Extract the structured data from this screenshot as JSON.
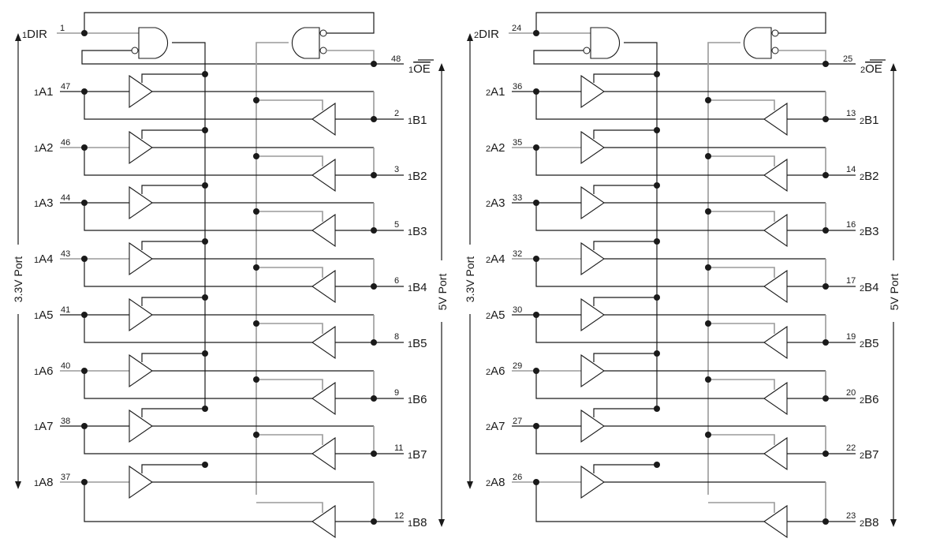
{
  "diagram": {
    "title": "Dual 8-bit bidirectional level translator logic diagram",
    "ports": {
      "low_voltage": "3.3V Port",
      "high_voltage": "5V Port"
    },
    "blocks": [
      {
        "prefix": "1",
        "dir": {
          "label": "DIR",
          "pin": "1"
        },
        "oe": {
          "label": "OE",
          "pin": "48",
          "active_low": true
        },
        "channels": [
          {
            "a": "A1",
            "a_pin": "47",
            "b": "B1",
            "b_pin": "2"
          },
          {
            "a": "A2",
            "a_pin": "46",
            "b": "B2",
            "b_pin": "3"
          },
          {
            "a": "A3",
            "a_pin": "44",
            "b": "B3",
            "b_pin": "5"
          },
          {
            "a": "A4",
            "a_pin": "43",
            "b": "B4",
            "b_pin": "6"
          },
          {
            "a": "A5",
            "a_pin": "41",
            "b": "B5",
            "b_pin": "8"
          },
          {
            "a": "A6",
            "a_pin": "40",
            "b": "B6",
            "b_pin": "9"
          },
          {
            "a": "A7",
            "a_pin": "38",
            "b": "B7",
            "b_pin": "11"
          },
          {
            "a": "A8",
            "a_pin": "37",
            "b": "B8",
            "b_pin": "12"
          }
        ]
      },
      {
        "prefix": "2",
        "dir": {
          "label": "DIR",
          "pin": "24"
        },
        "oe": {
          "label": "OE",
          "pin": "25",
          "active_low": true
        },
        "channels": [
          {
            "a": "A1",
            "a_pin": "36",
            "b": "B1",
            "b_pin": "13"
          },
          {
            "a": "A2",
            "a_pin": "35",
            "b": "B2",
            "b_pin": "14"
          },
          {
            "a": "A3",
            "a_pin": "33",
            "b": "B3",
            "b_pin": "16"
          },
          {
            "a": "A4",
            "a_pin": "32",
            "b": "B4",
            "b_pin": "17"
          },
          {
            "a": "A5",
            "a_pin": "30",
            "b": "B5",
            "b_pin": "19"
          },
          {
            "a": "A6",
            "a_pin": "29",
            "b": "B6",
            "b_pin": "20"
          },
          {
            "a": "A7",
            "a_pin": "27",
            "b": "B7",
            "b_pin": "22"
          },
          {
            "a": "A8",
            "a_pin": "26",
            "b": "B8",
            "b_pin": "23"
          }
        ]
      }
    ]
  }
}
